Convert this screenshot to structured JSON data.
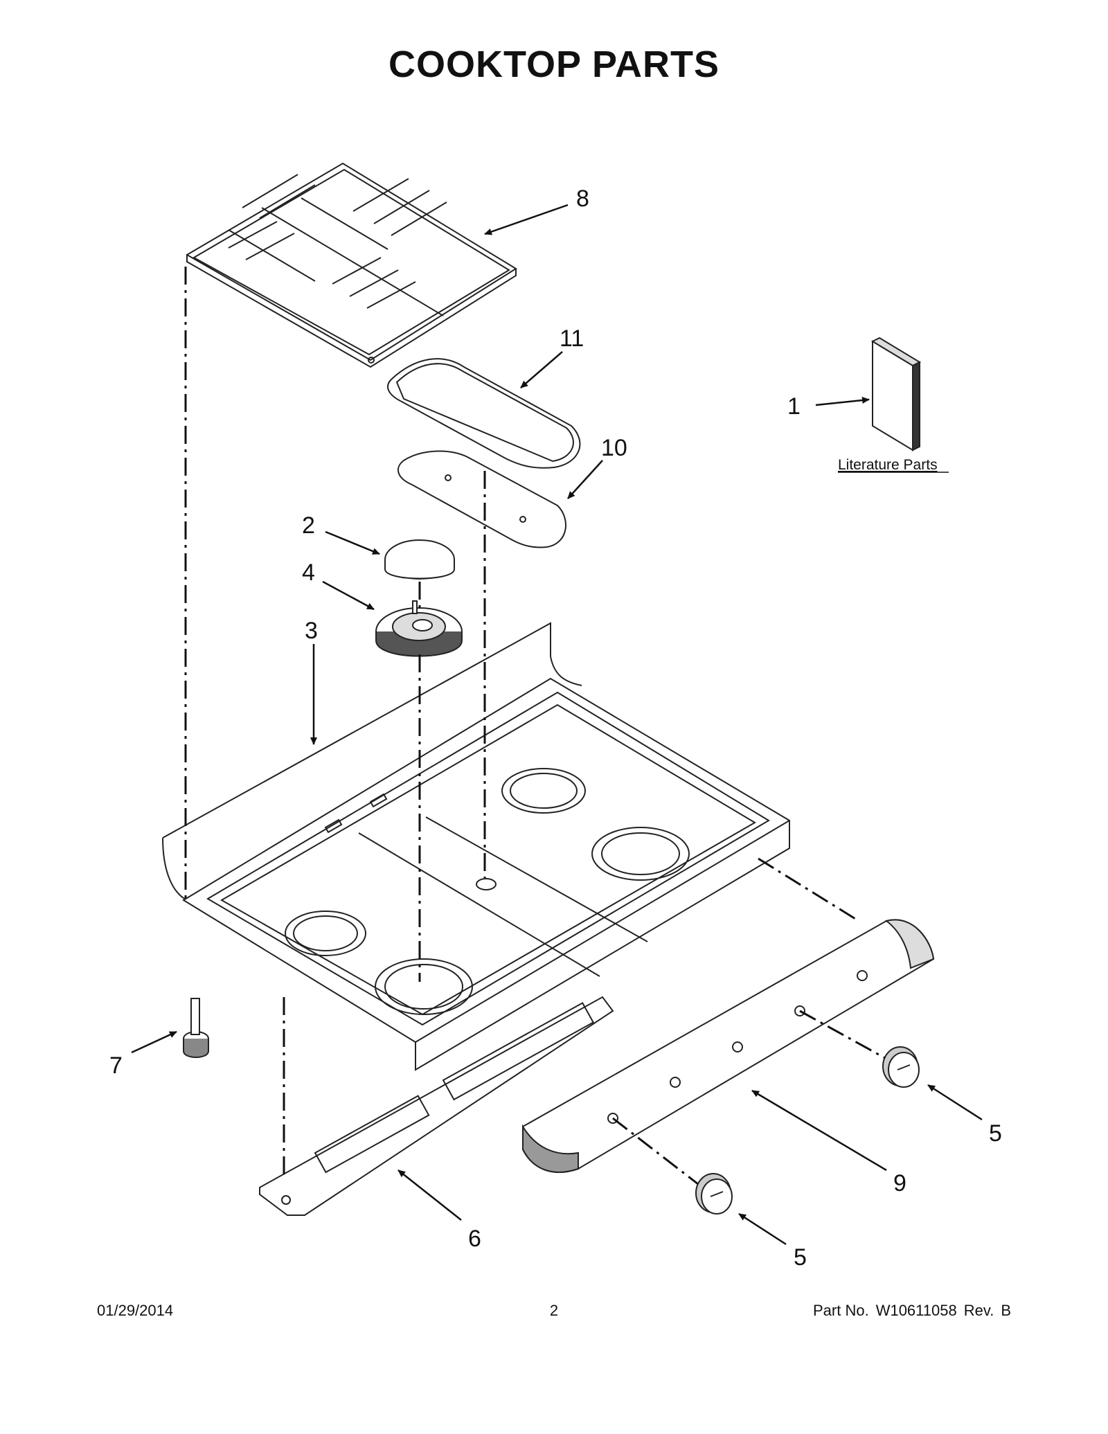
{
  "title": "COOKTOP  PARTS",
  "callouts": {
    "c1": "1",
    "c2": "2",
    "c3": "3",
    "c4": "4",
    "c5a": "5",
    "c5b": "5",
    "c6": "6",
    "c7": "7",
    "c8": "8",
    "c9": "9",
    "c10": "10",
    "c11": "11"
  },
  "literature_label": "Literature Parts",
  "footer": {
    "date": "01/29/2014",
    "page": "2",
    "part_label": "Part No.",
    "part_number": "W10611058",
    "rev_label": "Rev.",
    "rev": "B"
  }
}
